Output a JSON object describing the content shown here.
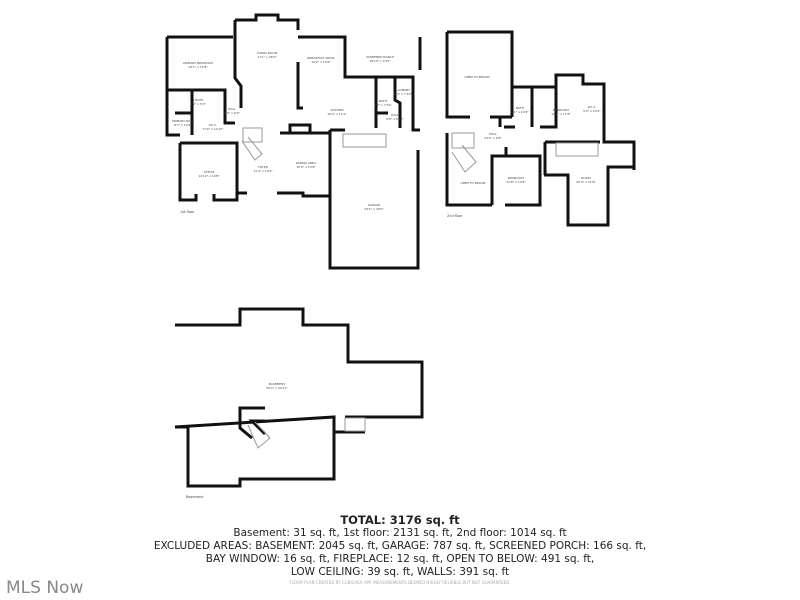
{
  "floors": {
    "first": {
      "label": "1st floor",
      "rooms": [
        {
          "name": "PRIMARY BEDROOM",
          "dims": "18'1\" x 15'8\""
        },
        {
          "name": "LIVING ROOM",
          "dims": "17'1\" x 26'0\""
        },
        {
          "name": "BREAKFAST NOOK",
          "dims": "12'2\" x 10'6\""
        },
        {
          "name": "SCREENED PORCH",
          "dims": "18'10\" x 9'10\""
        },
        {
          "name": "T BATH",
          "dims": "8'2\" x 5'0\""
        },
        {
          "name": "HALL",
          "dims": "3'9\" x 6'0\""
        },
        {
          "name": "LAUNDRY",
          "dims": "8'4\" x 7'10\""
        },
        {
          "name": "BATH",
          "dims": "5'2\" x 7'10\""
        },
        {
          "name": "KITCHEN",
          "dims": "16'0\" x 14'1\""
        },
        {
          "name": "HALL",
          "dims": "8'8\" x 5'10\""
        },
        {
          "name": "PRIMARY BATH",
          "dims": "8'7\" x 12'4\""
        },
        {
          "name": "W.I.C.",
          "dims": "7'10\" x 12'10\""
        },
        {
          "name": "OFFICE",
          "dims": "14'10\" x 14'8\""
        },
        {
          "name": "FOYER",
          "dims": "11'4\" x 10'0\""
        },
        {
          "name": "DINING AREA",
          "dims": "15'0\" x 13'8\""
        },
        {
          "name": "GARAGE",
          "dims": "23'1\" x 30'0\""
        }
      ]
    },
    "second": {
      "label": "2nd floor",
      "rooms": [
        {
          "name": "OPEN TO BELOW",
          "dims": ""
        },
        {
          "name": "BATH",
          "dims": "5'1\" x 10'4\""
        },
        {
          "name": "BEDROOM",
          "dims": "13'0\" x 17'8\""
        },
        {
          "name": "W.I.C.",
          "dims": "5'2\" x 10'4\""
        },
        {
          "name": "HALL",
          "dims": "24'0\" x 6'8\""
        },
        {
          "name": "OPEN TO BELOW",
          "dims": ""
        },
        {
          "name": "BEDROOM",
          "dims": "12'8\" x 13'8\""
        },
        {
          "name": "ROOM",
          "dims": "23'4\" x 21'8\""
        }
      ]
    },
    "basement": {
      "label": "Basement",
      "rooms": [
        {
          "name": "BASEMENT",
          "dims": "59'0\" x 40'11\""
        }
      ]
    }
  },
  "summary": {
    "total": "TOTAL: 3176 sq. ft",
    "line1": "Basement: 31 sq. ft, 1st floor: 2131 sq. ft, 2nd floor: 1014 sq. ft",
    "line2": "EXCLUDED AREAS: BASEMENT: 2045 sq. ft, GARAGE: 787 sq. ft, SCREENED PORCH: 166 sq. ft,",
    "line3": "BAY WINDOW: 16 sq. ft, FIREPLACE: 12 sq. ft, OPEN TO BELOW: 491 sq. ft,",
    "line4": "LOW CEILING: 39 sq. ft, WALLS: 391 sq. ft"
  },
  "credit": "FLOOR PLAN CREATED BY CUBICASA APP. MEASUREMENTS DEEMED HIGHLY RELIABLE BUT NOT GUARANTEED.",
  "logo": "MLS Now"
}
